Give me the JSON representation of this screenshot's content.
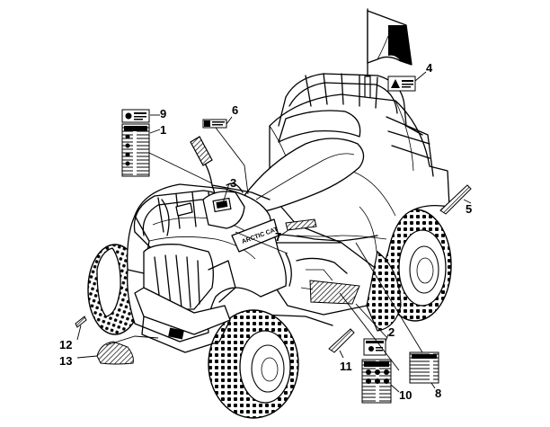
{
  "callouts": [
    {
      "id": "1",
      "label": "1"
    },
    {
      "id": "2",
      "label": "2"
    },
    {
      "id": "3",
      "label": "3"
    },
    {
      "id": "4",
      "label": "4"
    },
    {
      "id": "5",
      "label": "5"
    },
    {
      "id": "6",
      "label": "6"
    },
    {
      "id": "7",
      "label": "7"
    },
    {
      "id": "8",
      "label": "8"
    },
    {
      "id": "9",
      "label": "9"
    },
    {
      "id": "10",
      "label": "10"
    },
    {
      "id": "11",
      "label": "11"
    },
    {
      "id": "12",
      "label": "12"
    },
    {
      "id": "13",
      "label": "13"
    }
  ],
  "brand_text": "ARCTIC CAT"
}
